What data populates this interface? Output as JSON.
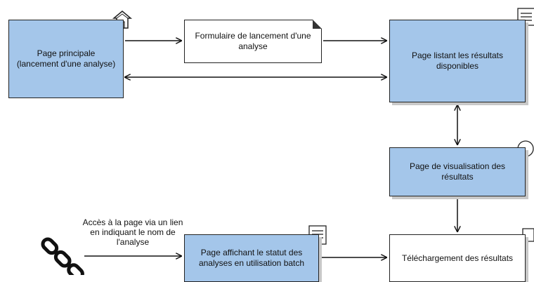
{
  "nodes": {
    "main_page": "Page principale (lancement d'une analyse)",
    "launch_form": "Formulaire de lancement d'une analyse",
    "results_list": "Page listant les résultats disponibles",
    "visualization": "Page de visualisation des résultats",
    "batch_status": "Page affichant le statut des analyses en utilisation batch",
    "download": "Téléchargement des résultats"
  },
  "edge_labels": {
    "external_access": "Accès à la page via un lien en indiquant le nom de l'analyse"
  },
  "icons": {
    "main_page": "home-icon",
    "launch_form": "dog-ear-page-icon",
    "results_list": "list-icon",
    "visualization": "circle-icon",
    "batch_status": "list-icon",
    "download": "speech-bubble-icon",
    "external": "chain-link-icon"
  },
  "colors": {
    "page_fill": "#a4c6ea",
    "border": "#222222"
  }
}
